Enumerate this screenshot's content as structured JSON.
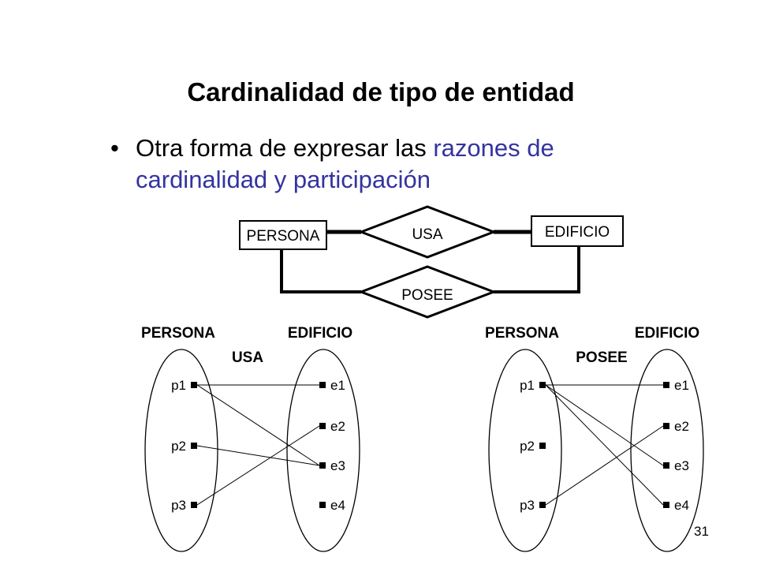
{
  "slide": {
    "title": "Cardinalidad de tipo de entidad",
    "bullet_marker": "•",
    "bullet_plain": "Otra forma de expresar las ",
    "bullet_accent": "razones de cardinalidad y participación",
    "page_number": "31",
    "accent_color": "#3333a0"
  },
  "er": {
    "entity_left": "PERSONA",
    "entity_right": "EDIFICIO",
    "rel_top": "USA",
    "rel_bottom": "POSEE"
  },
  "diagrams": [
    {
      "left_set": "PERSONA",
      "right_set": "EDIFICIO",
      "relation": "USA",
      "left_items": [
        "p1",
        "p2",
        "p3"
      ],
      "right_items": [
        "e1",
        "e2",
        "e3",
        "e4"
      ],
      "links": [
        [
          "p1",
          "e1"
        ],
        [
          "p1",
          "e3"
        ],
        [
          "p2",
          "e3"
        ],
        [
          "p3",
          "e2"
        ]
      ]
    },
    {
      "left_set": "PERSONA",
      "right_set": "EDIFICIO",
      "relation": "POSEE",
      "left_items": [
        "p1",
        "p2",
        "p3"
      ],
      "right_items": [
        "e1",
        "e2",
        "e3",
        "e4"
      ],
      "links": [
        [
          "p1",
          "e1"
        ],
        [
          "p1",
          "e3"
        ],
        [
          "p1",
          "e4"
        ],
        [
          "p3",
          "e2"
        ]
      ]
    }
  ]
}
